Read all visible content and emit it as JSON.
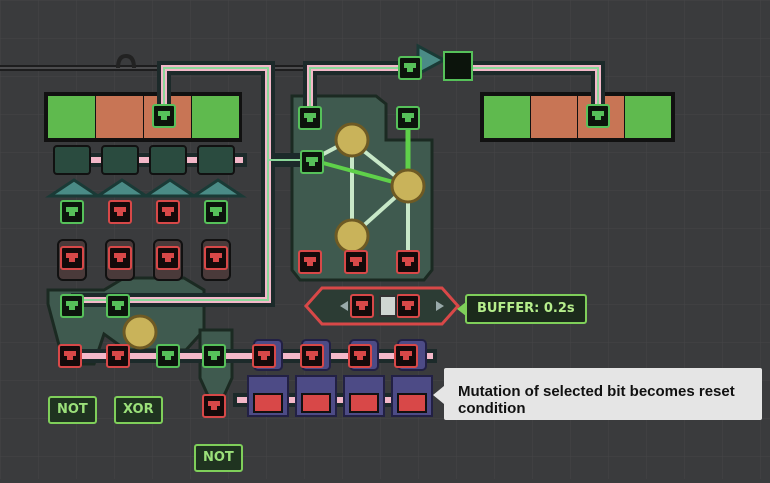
{
  "labels": {
    "not_left": "NOT",
    "xor": "XOR",
    "not_bottom": "NOT",
    "buffer": "BUFFER: 0.2s"
  },
  "tooltip": {
    "text": "Mutation of selected bit becomes reset condition"
  },
  "colors": {
    "background": "#3a3b3d",
    "wire_pink": "#f3b8c9",
    "wire_green": "#8bd79a",
    "signal_green": "#5fba4e",
    "signal_red": "#c87555",
    "gate_body": "#3f5a4f",
    "port_green": "#56c15a",
    "port_red": "#d84848",
    "label_green": "#7fcf5a",
    "reset_gate_purple": "#4d4b86"
  },
  "icons": [
    "port-green-icon",
    "port-red-icon",
    "and-gate-icon",
    "filter-gate-icon",
    "wire-bridge-icon"
  ]
}
